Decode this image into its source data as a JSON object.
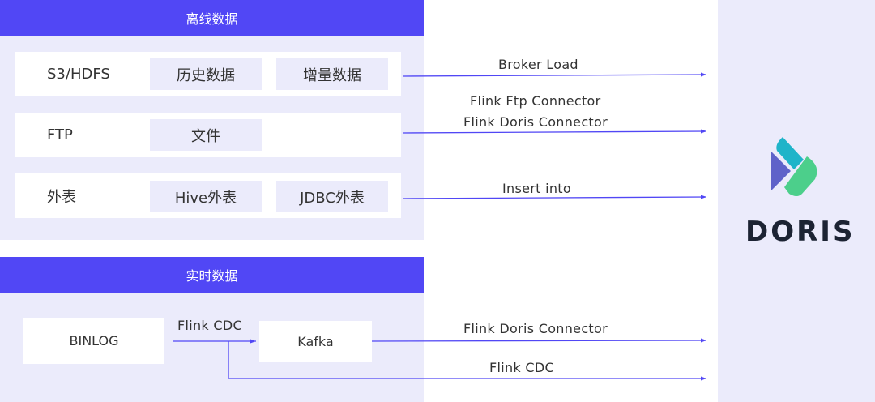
{
  "offline": {
    "title": "离线数据",
    "rows": [
      {
        "label": "S3/HDFS",
        "items": [
          "历史数据",
          "增量数据"
        ]
      },
      {
        "label": "FTP",
        "items": [
          "文件"
        ]
      },
      {
        "label": "外表",
        "items": [
          "Hive外表",
          "JDBC外表"
        ]
      }
    ]
  },
  "realtime": {
    "title": "实时数据",
    "source": "BINLOG",
    "broker": "Kafka",
    "link_label": "Flink CDC"
  },
  "connectors": {
    "broker_load": "Broker Load",
    "flink_ftp": "Flink Ftp Connector",
    "flink_doris_1": "Flink Doris Connector",
    "insert_into": "Insert into",
    "flink_doris_2": "Flink Doris Connector",
    "flink_cdc": "Flink CDC"
  },
  "target": {
    "name": "DORIS",
    "colors": {
      "accent": "#5147f5",
      "teal": "#1fb4c9",
      "green": "#4ccf8b",
      "purple": "#5f62c9",
      "dark": "#1c2333"
    }
  }
}
